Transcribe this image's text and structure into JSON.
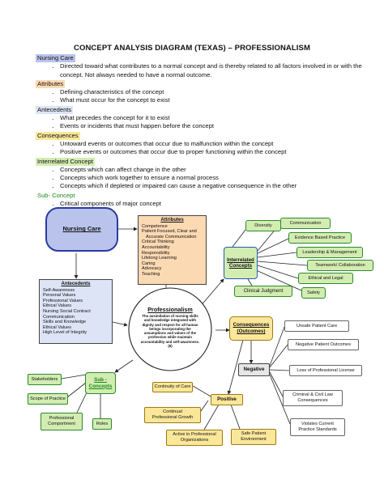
{
  "title": "CONCEPT ANALYSIS DIAGRAM (TEXAS) – PROFESSIONALISM",
  "legend": [
    {
      "heading": "Nursing Care",
      "style": "nursing",
      "bullets": [
        "Directed toward what contributes to a normal concept and is thereby related to all factors involved in or with the concept. Not always needed to have a normal outcome."
      ]
    },
    {
      "heading": "Attributes",
      "style": "attr",
      "bullets": [
        "Defining characteristics of the concept",
        "What must occur for the concept to exist"
      ]
    },
    {
      "heading": "Antecedents",
      "style": "ante",
      "bullets": [
        "What precedes the concept for it to exist",
        "Events or incidents that must happen before the concept"
      ]
    },
    {
      "heading": "Consequences",
      "style": "cons",
      "bullets": [
        "Untoward events or outcomes that occur due to malfunction within the concept",
        "Positive events or outcomes that occur due to proper functioning within the concept"
      ]
    },
    {
      "heading": "Interrelated Concept",
      "style": "inter",
      "bullets": [
        "Concepts which can affect change in the other",
        "Concepts which work together to ensure a normal process",
        "Concepts which if depleted or impaired can cause a negative consequence in the other"
      ]
    },
    {
      "heading": "Sub- Concept",
      "style": "sub",
      "bullets": [
        "Critical components of major concept"
      ]
    }
  ],
  "diagram": {
    "nursing_care": "Nursing Care",
    "attributes": {
      "title": "Attributes",
      "items": [
        "Competence",
        "Patient Focused, Clear and",
        "  Accurate Communication",
        "Critical Thinking",
        "Accountability",
        "Responsibility",
        "Lifelong Learning",
        "Caring",
        "Advocacy",
        "Teaching"
      ]
    },
    "antecedents": {
      "title": "Antecedents",
      "items": [
        "Self-Awareness",
        "Personal Values",
        "Professional Values",
        "Ethical Values",
        "Nursing Social Contract",
        "Communication",
        "Skills and Knowledge",
        "Ethical Values",
        "High Level of Integrity"
      ]
    },
    "professionalism": {
      "title": "Professionalism",
      "text": "The assimilation of nursing skills and knowledge integrated with dignity and respect for all human beings incorporating the assumptions and values of the profession while maintain accountability and self-awareness. (6)"
    },
    "interrelated": {
      "title": "Interrelated Concepts",
      "items": [
        "Diversity",
        "Communication",
        "Evidence Based Practice",
        "Leadership & Management",
        "Teamwork/ Collaboration",
        "Ethical and Legal",
        "Clinical Judgment",
        "Safety"
      ]
    },
    "consequences": {
      "title": "Consequences (Outcomes)",
      "negative": "Negative",
      "negative_items": [
        "Unsafe Patient Care",
        "Negative Patient Outcomes",
        "Loss of Professional License",
        "Criminal & Civil Law Consequences",
        "Violates Current Practice Standards"
      ],
      "positive": "Positive",
      "positive_items": [
        "Continuity of Care",
        "Continual Professional Growth",
        "Active in Professional Organizations",
        "Safe Patient Environment"
      ]
    },
    "sub_concepts": {
      "title": "Sub -Concepts",
      "items": [
        "Stakeholders",
        "Scope of Practice",
        "Professional Comportment",
        "Roles"
      ]
    }
  },
  "colors": {
    "nursing": "#b9c3ec",
    "attributes": "#fbd9b3",
    "antecedents": "#dde4f5",
    "consequences": "#fbe79a",
    "interrelated": "#d3ecb2",
    "sub": "#1a8a1a"
  }
}
